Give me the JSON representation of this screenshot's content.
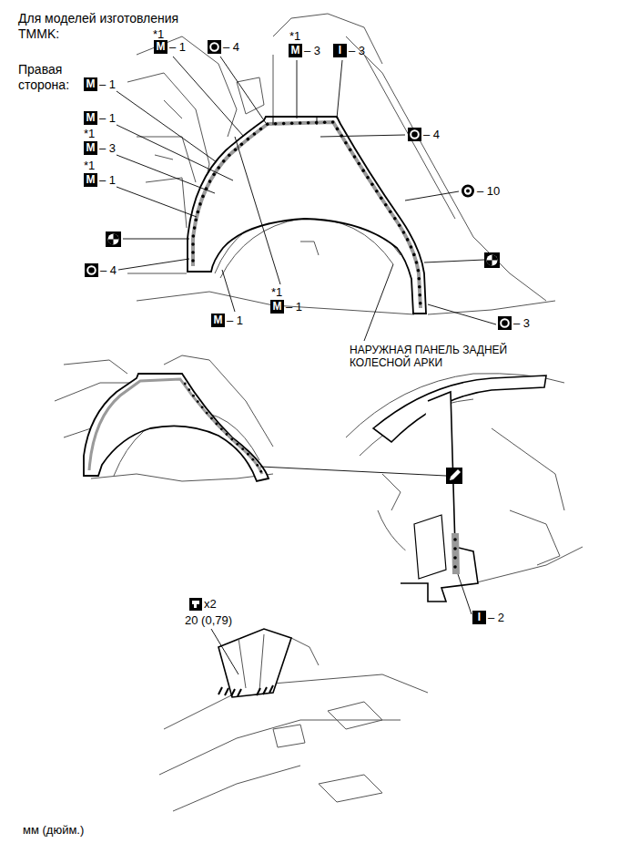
{
  "diagram": {
    "labels": [
      "Для моделей изготовления TMMK:",
      "Правая сторона:",
      "*1",
      "M",
      "– 1",
      "– 4",
      "*1",
      "M",
      "– 3",
      "I",
      "– 3",
      "M",
      "– 1",
      "M",
      "– 1",
      "*1",
      "M",
      "– 3",
      "*1",
      "M",
      "– 1",
      "– 4",
      "M",
      "– 1",
      "*1",
      "M",
      "– 1",
      "– 4",
      "– 10",
      "– 3",
      "НАРУЖНАЯ ПАНЕЛЬ ЗАДНЕЙ КОЛЕСНОЙ АРКИ",
      "I",
      "– 2",
      "x2",
      "20 (0,79)",
      "мм (дюйм.)"
    ]
  }
}
